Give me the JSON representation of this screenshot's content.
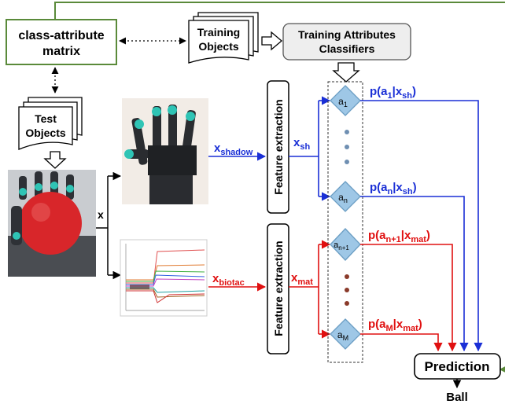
{
  "boxes": {
    "class_attribute_matrix": "class-attribute matrix",
    "class_attribute_matrix_line1": "class-attribute",
    "class_attribute_matrix_line2": "matrix",
    "training_objects_line1": "Training",
    "training_objects_line2": "Objects",
    "training_classifiers_line1": "Training Attributes",
    "training_classifiers_line2": "Classifiers",
    "test_objects_line1": "Test",
    "test_objects_line2": "Objects",
    "feature_extraction": "Feature extraction",
    "prediction": "Prediction",
    "output": "Ball"
  },
  "signals": {
    "x": "x",
    "x_shadow_base": "x",
    "x_shadow_sub": "shadow",
    "x_biotac_base": "x",
    "x_biotac_sub": "biotac",
    "x_sh_base": "x",
    "x_sh_sub": "sh",
    "x_mat_base": "x",
    "x_mat_sub": "mat"
  },
  "attributes": {
    "a1": {
      "base": "a",
      "sub": "1"
    },
    "an": {
      "base": "a",
      "sub": "n"
    },
    "an1": {
      "base": "a",
      "sub": "n+1"
    },
    "aM": {
      "base": "a",
      "sub": "M"
    }
  },
  "probabilities": {
    "p_a1": {
      "pre": "p(a",
      "sub1": "1",
      "mid": "|x",
      "sub2": "sh",
      "post": ")"
    },
    "p_an": {
      "pre": "p(a",
      "sub1": "n",
      "mid": "|x",
      "sub2": "sh",
      "post": ")"
    },
    "p_an1": {
      "pre": "p(a",
      "sub1": "n+1",
      "mid": "|x",
      "sub2": "mat",
      "post": ")"
    },
    "p_aM": {
      "pre": "p(a",
      "sub1": "M",
      "mid": "|x",
      "sub2": "mat",
      "post": ")"
    }
  },
  "colors": {
    "green_border": "#5a8a3a",
    "blue": "#1a2fd6",
    "red": "#e01010",
    "diamond_fill": "#9ec7e6",
    "diamond_stroke": "#6b9ec4",
    "gray_box": "#eeeeee",
    "blue_dot": "#6f8fb2",
    "red_dot": "#8a3a2a"
  },
  "icons": {
    "hand_shadow_image": "robot-hand-photo",
    "hand_ball_image": "robot-hand-holding-ball-photo",
    "biotac_plot": "sensor-signal-plot"
  }
}
